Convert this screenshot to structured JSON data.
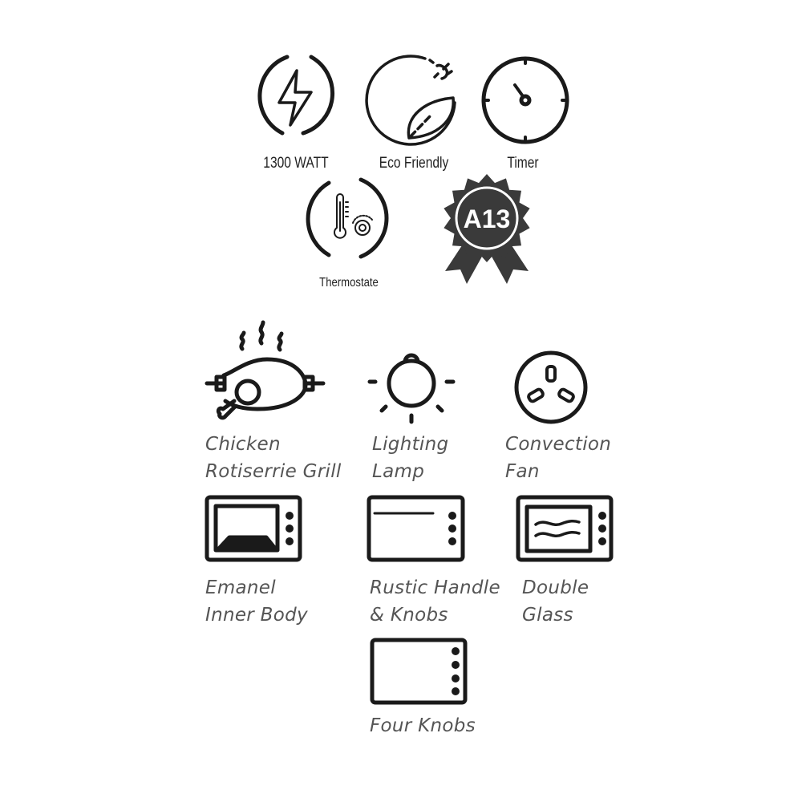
{
  "colors": {
    "icon": "#1a1a1a",
    "badge": "#3a3a3a",
    "label": "#555555"
  },
  "top_features": [
    {
      "label": "1300 WATT",
      "icon": "lightning-icon"
    },
    {
      "label": "Eco Friendly",
      "icon": "eco-leaf-plug-icon"
    },
    {
      "label": "Timer",
      "icon": "timer-icon"
    },
    {
      "label": "Thermostate",
      "icon": "thermometer-icon"
    },
    {
      "label": "A13",
      "icon": "award-badge-icon"
    }
  ],
  "features": [
    {
      "lines": [
        "Chicken",
        "Rotiserrie Grill"
      ],
      "icon": "rotisserie-chicken-icon"
    },
    {
      "lines": [
        "Lighting",
        "Lamp"
      ],
      "icon": "lamp-icon"
    },
    {
      "lines": [
        "Convection",
        "Fan"
      ],
      "icon": "fan-icon"
    },
    {
      "lines": [
        "Emanel",
        "Inner Body"
      ],
      "icon": "oven-enamel-icon"
    },
    {
      "lines": [
        "Rustic Handle",
        "& Knobs"
      ],
      "icon": "oven-handle-icon"
    },
    {
      "lines": [
        "Double",
        "Glass"
      ],
      "icon": "oven-double-glass-icon"
    },
    {
      "lines": [
        "Four Knobs"
      ],
      "icon": "oven-four-knobs-icon"
    }
  ]
}
